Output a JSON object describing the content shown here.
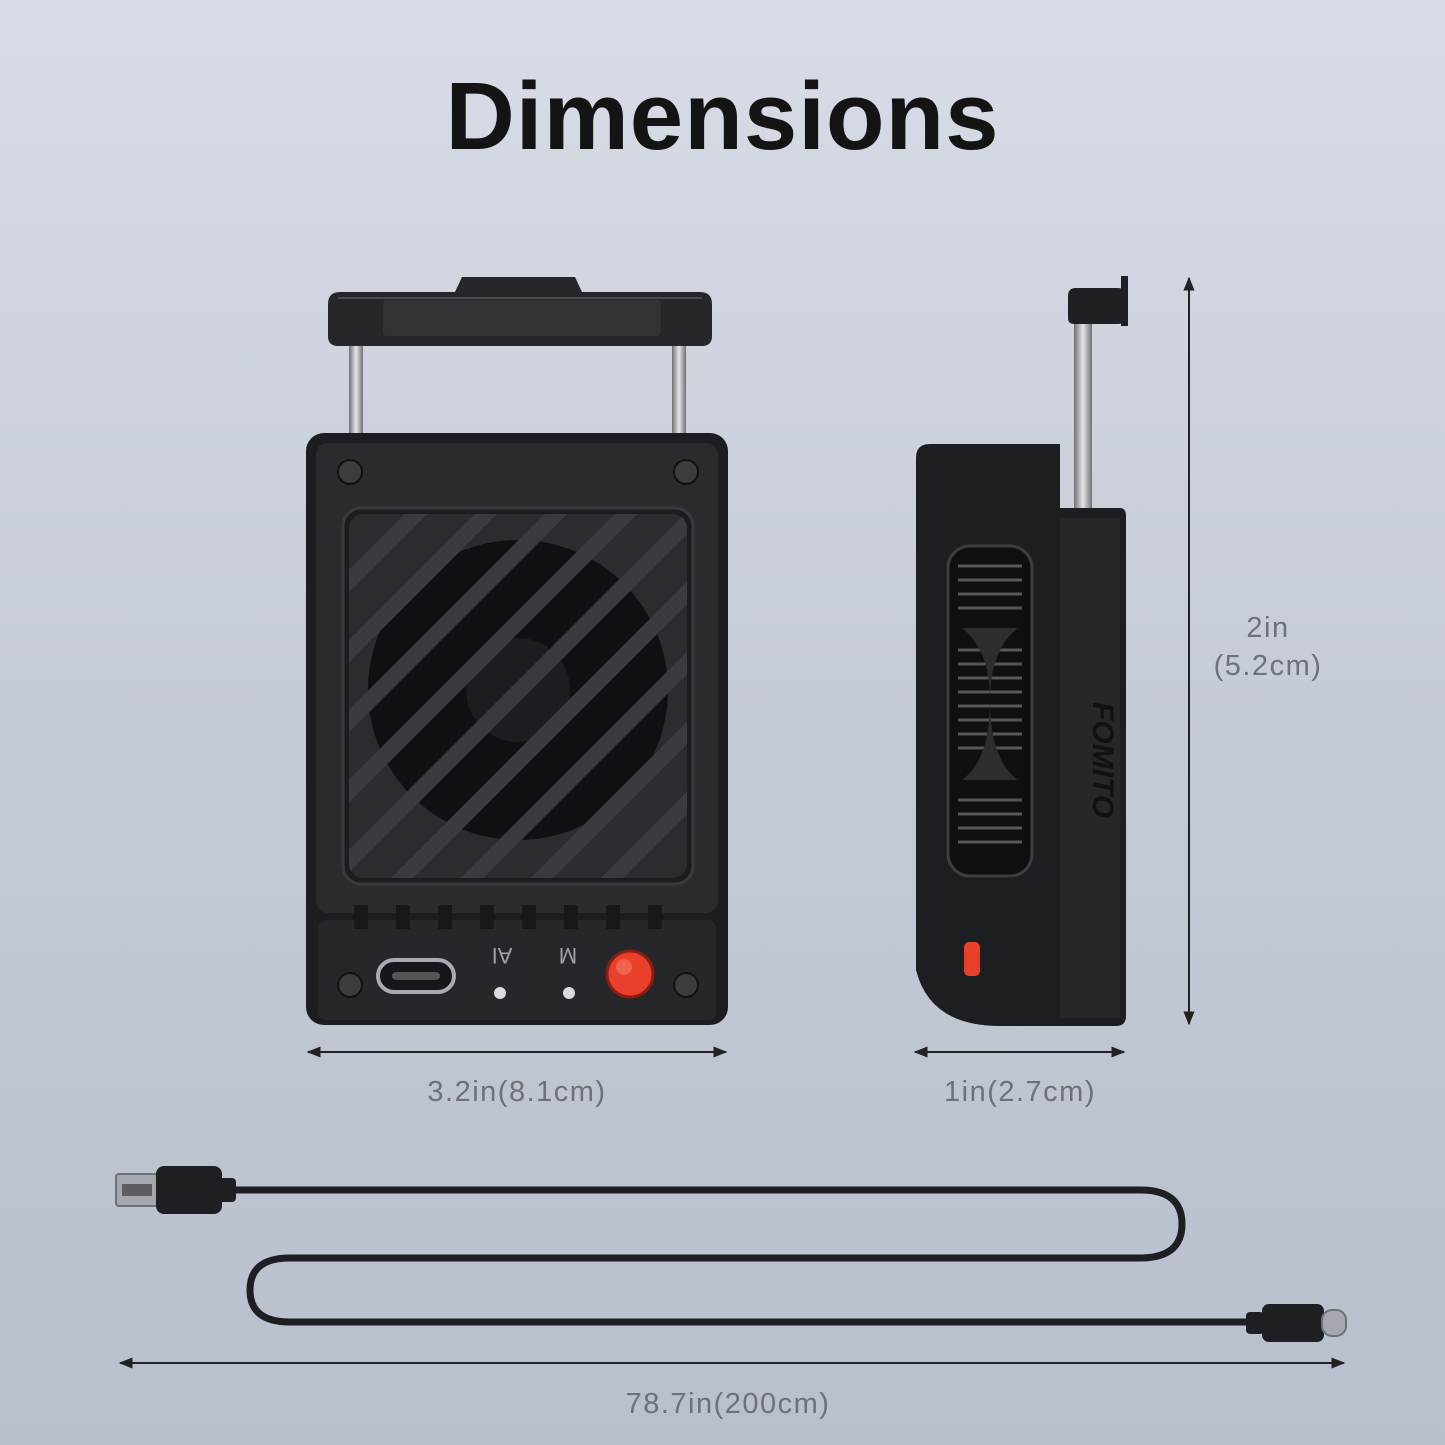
{
  "title": "Dimensions",
  "brand": "FOMITO",
  "front_view": {
    "mode_labels": [
      "AI",
      "M"
    ],
    "width_label": "3.2in(8.1cm)"
  },
  "side_view": {
    "depth_label": "1in(2.7cm)",
    "height_label_in": "2in",
    "height_label_cm": "(5.2cm)"
  },
  "cable": {
    "length_label": "78.7in(200cm)"
  },
  "colors": {
    "background": "#c8cdd8",
    "device_body": "#1e1f22",
    "button_accent": "#e8402a",
    "label_text": "#6f7176"
  }
}
